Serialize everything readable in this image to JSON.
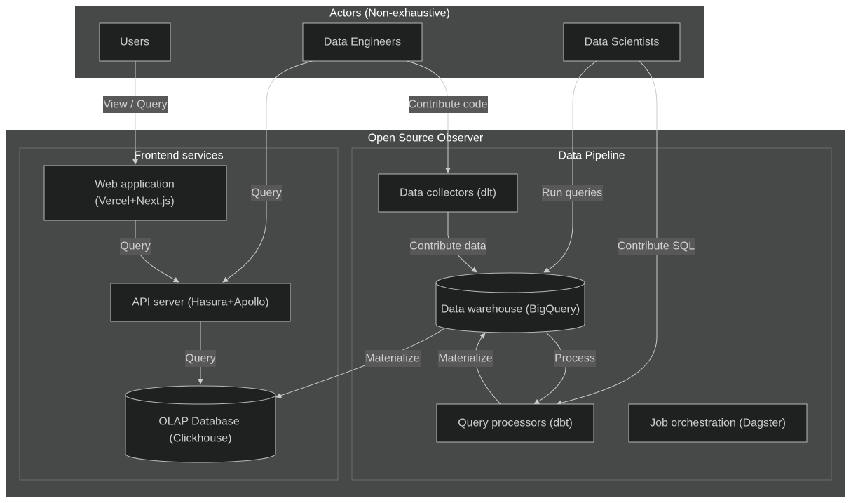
{
  "clusters": {
    "actors": {
      "title": "Actors (Non-exhaustive)"
    },
    "oso": {
      "title": "Open Source Observer"
    },
    "frontend": {
      "title": "Frontend services"
    },
    "pipeline": {
      "title": "Data Pipeline"
    }
  },
  "nodes": {
    "users": {
      "label": "Users"
    },
    "data_engineers": {
      "label": "Data Engineers"
    },
    "data_scientists": {
      "label": "Data Scientists"
    },
    "web_app": {
      "line1": "Web application",
      "line2": "(Vercel+Next.js)"
    },
    "api_server": {
      "label": "API server (Hasura+Apollo)"
    },
    "olap_db": {
      "line1": "OLAP Database",
      "line2": "(Clickhouse)"
    },
    "data_collectors": {
      "label": "Data collectors (dlt)"
    },
    "data_warehouse": {
      "label": "Data warehouse (BigQuery)"
    },
    "query_processors": {
      "label": "Query processors (dbt)"
    },
    "job_orchestration": {
      "label": "Job orchestration (Dagster)"
    }
  },
  "edges": {
    "users_webapp": "View / Query",
    "engineers_collectors": "Contribute code",
    "engineers_api": "Query",
    "scientists_warehouse": "Run queries",
    "scientists_processors": "Contribute SQL",
    "webapp_api": "Query",
    "api_olap": "Query",
    "collectors_warehouse": "Contribute data",
    "warehouse_olap": "Materialize",
    "processors_warehouse": "Materialize",
    "warehouse_processors": "Process"
  }
}
